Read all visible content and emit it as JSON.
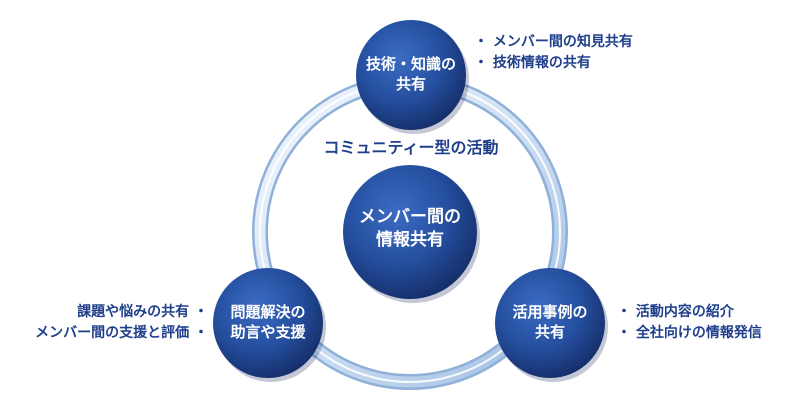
{
  "title": "コミュニティー型の活動",
  "center": {
    "line1": "メンバー間の",
    "line2": "情報共有"
  },
  "nodes": {
    "top": {
      "line1": "技術・知識の",
      "line2": "共有",
      "bullets": [
        "・ メンバー間の知見共有",
        "・ 技術情報の共有"
      ]
    },
    "left": {
      "line1": "問題解決の",
      "line2": "助言や支援",
      "bullets": [
        "課題や悩みの共有 ・",
        "メンバー間の支援と評価 ・"
      ]
    },
    "right": {
      "line1": "活用事例の",
      "line2": "共有",
      "bullets": [
        "・ 活動内容の紹介",
        "・ 全社向けの情報発信"
      ]
    }
  },
  "colors": {
    "circle_dark": "#17326f",
    "circle_mid": "#2a56a8",
    "ring_light": "#eaf2fb",
    "ring_mid": "#a7c3e4",
    "text": "#1f3f8c"
  }
}
